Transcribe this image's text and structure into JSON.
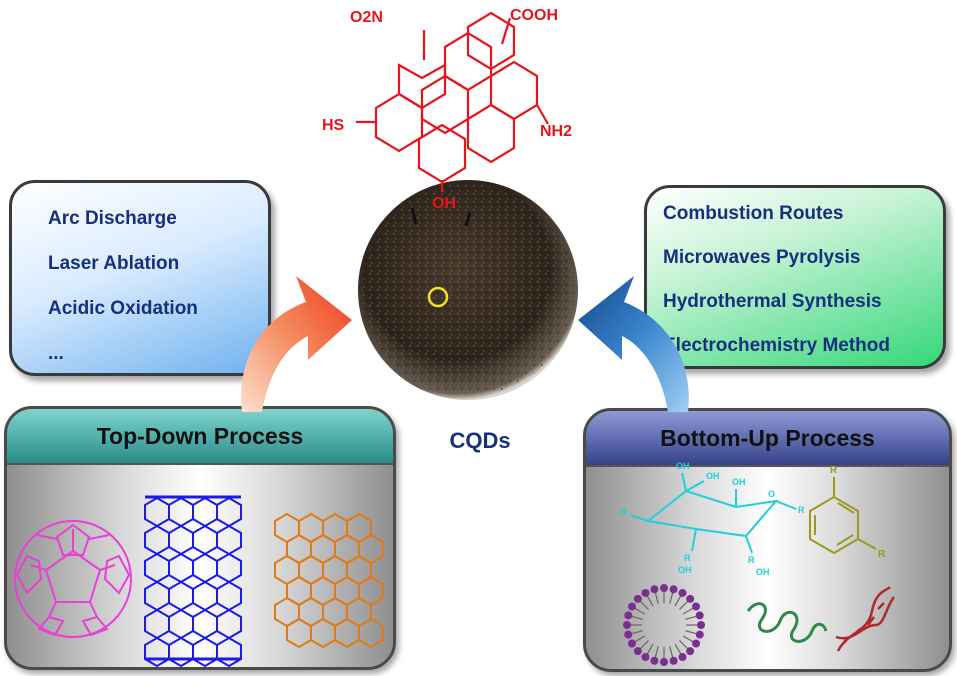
{
  "molecule": {
    "substituents": [
      "O2N",
      "COOH",
      "HS",
      "NH2",
      "OH"
    ],
    "color": "#e8141b"
  },
  "top_down": {
    "title": "Top-Down Process",
    "methods": [
      "Arc Discharge",
      "Laser Ablation",
      "Acidic Oxidation",
      "..."
    ],
    "arrow_color": "#f0502a",
    "structure_colors": [
      "#e83fd6",
      "#1a1aee",
      "#e07a16"
    ]
  },
  "bottom_up": {
    "title": "Bottom-Up Process",
    "methods": [
      "Combustion  Routes",
      "Microwaves Pyrolysis",
      "Hydrothermal  Synthesis",
      "Electrochemistry  Method"
    ],
    "arrow_color": "#1a5fa8",
    "structure_colors": [
      "#20cfdc",
      "#9a9a1c",
      "#7a2f8e",
      "#2e8a46",
      "#b1282c"
    ],
    "glucose_labels": [
      "OH",
      "OH",
      "OH",
      "R",
      "R",
      "R",
      "O",
      "R",
      "OH",
      "OH"
    ],
    "benzene_labels": [
      "R",
      "R"
    ]
  },
  "center": {
    "label": "CQDs",
    "label_color": "#16307f"
  }
}
